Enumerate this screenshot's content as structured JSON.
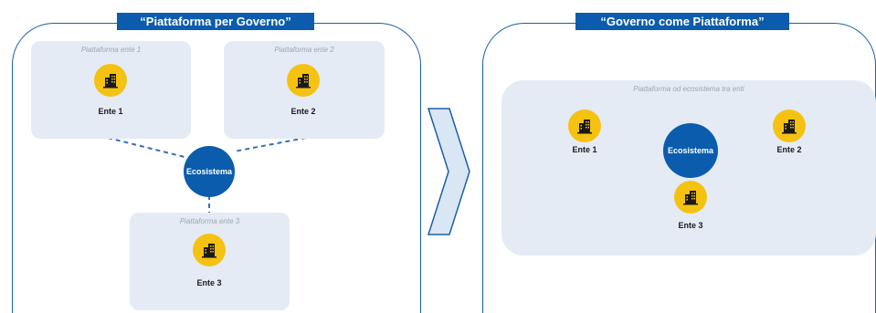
{
  "left": {
    "title": "“Piattaforma per Governo”",
    "panels": [
      {
        "caption": "Piattaforma ente 1",
        "entity": "Ente 1"
      },
      {
        "caption": "Piattaforma ente 2",
        "entity": "Ente 2"
      },
      {
        "caption": "Piattaforma ente 3",
        "entity": "Ente 3"
      }
    ],
    "ecosystem": "Ecosistema"
  },
  "right": {
    "title": "“Governo come Piattaforma”",
    "panel_caption": "Piattaforma od ecosistema tra enti",
    "entities": [
      "Ente 1",
      "Ente 2",
      "Ente 3"
    ],
    "ecosystem": "Ecosistema"
  },
  "icons": {
    "building": "building-icon",
    "arrow": "chevron-right-arrow"
  },
  "colors": {
    "primary_blue": "#0b5cad",
    "panel_bg": "#e4ebf4",
    "icon_yellow": "#f5c211",
    "connector": "#3a6fb5"
  }
}
